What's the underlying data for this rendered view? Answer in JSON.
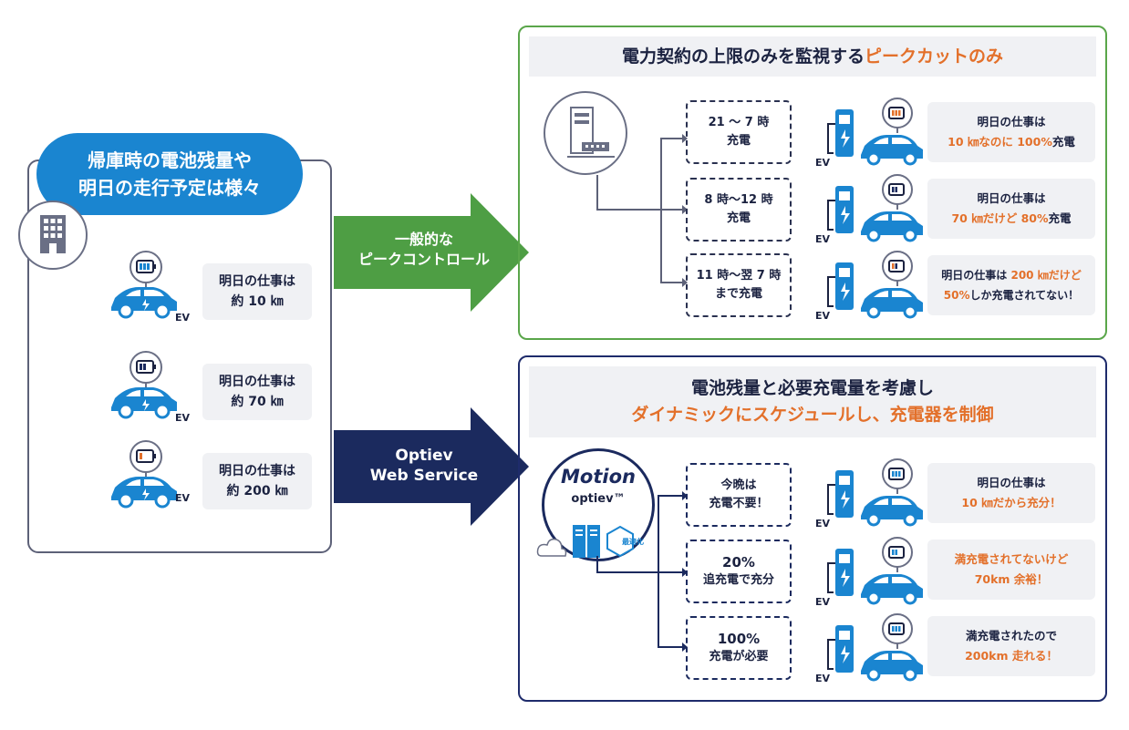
{
  "left": {
    "header_line1": "帰庫時の電池残量や",
    "header_line2": "明日の走行予定は様々",
    "bubbles": [
      {
        "line1": "明日の仕事は",
        "line2": "約 10 ㎞"
      },
      {
        "line1": "明日の仕事は",
        "line2": "約 70 ㎞"
      },
      {
        "line1": "明日の仕事は",
        "line2": "約 200 ㎞"
      }
    ],
    "ev_label": "EV"
  },
  "arrows": {
    "general": {
      "line1": "一般的な",
      "line2": "ピークコントロール",
      "color": "#4e9e44"
    },
    "optiev": {
      "line1": "Optiev",
      "line2": "Web Service",
      "color": "#1b2a5e"
    }
  },
  "top_panel": {
    "title_plain": "電力契約の上限のみを監視する",
    "title_highlight": "ピークカットのみ",
    "schedules": [
      {
        "line1": "21 ～ 7 時",
        "line2": "充電"
      },
      {
        "line1": "8 時～12 時",
        "line2": "充電"
      },
      {
        "line1": "11 時～翌 7 時",
        "line2": "まで充電"
      }
    ],
    "messages": [
      {
        "line1": "明日の仕事は",
        "line2_hl": "10 ㎞なのに 100%",
        "line2_tail": "充電"
      },
      {
        "line1": "明日の仕事は",
        "line2_hl": "70 ㎞だけど 80%",
        "line2_tail": "充電"
      },
      {
        "line1_head": "明日の仕事は ",
        "line1_hl": "200 ㎞だけど",
        "line2_hl": "50%",
        "line2_tail": "しか充電されてない！"
      }
    ]
  },
  "bottom_panel": {
    "title_line1": "電池残量と必要充電量を考慮し",
    "title_line2": "ダイナミックにスケジュールし、充電器を制御",
    "logo_main": "Motion",
    "logo_sub": "optiev™",
    "badge_text": "最適化",
    "schedules": [
      {
        "line1": "今晩は",
        "line2": "充電不要！"
      },
      {
        "line1": "20%",
        "line2": "追充電で充分"
      },
      {
        "line1": "100%",
        "line2": "充電が必要"
      }
    ],
    "messages": [
      {
        "line1": "明日の仕事は",
        "line2": "10 ㎞だから充分！",
        "hl_line": 2
      },
      {
        "line1": "満充電されてないけど",
        "line2": "70km 余裕！",
        "hl_line": 0
      },
      {
        "line1": "満充電されたので",
        "line2": "200km 走れる！",
        "hl_line": 2
      }
    ],
    "ev_label": "EV"
  },
  "colors": {
    "blue": "#1a85d0",
    "green": "#5aa64a",
    "navy": "#1b2a5e",
    "orange": "#e3702a"
  }
}
